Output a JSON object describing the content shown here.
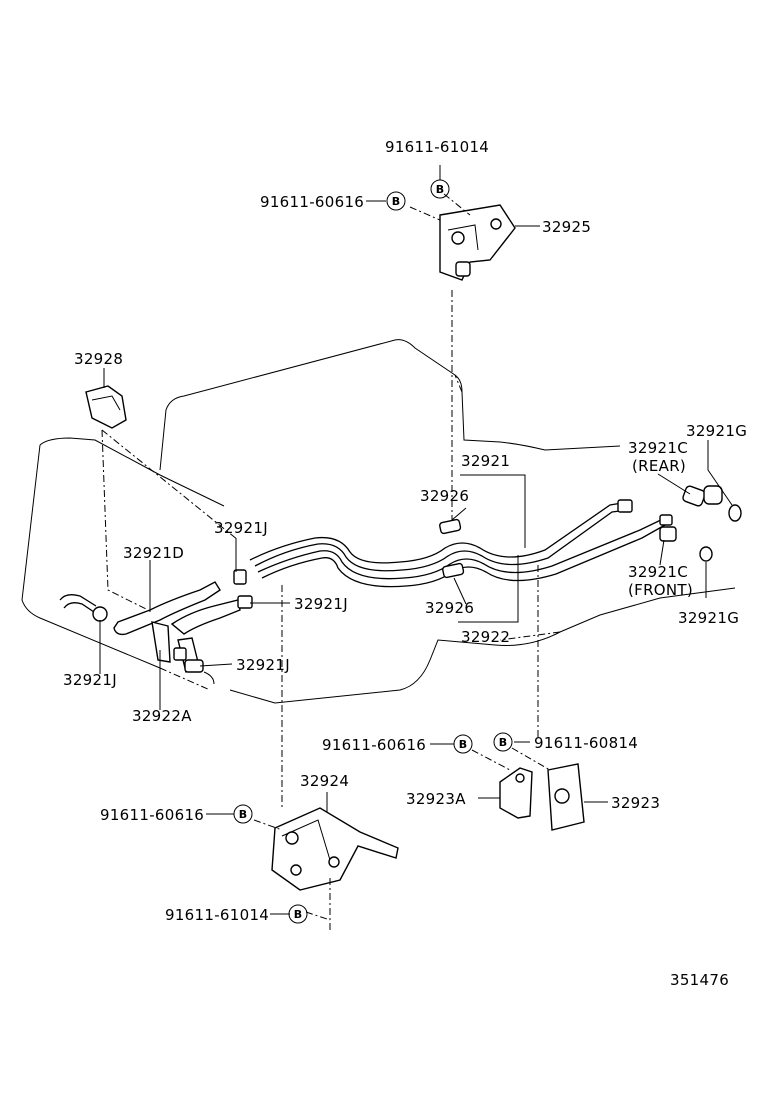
{
  "diagram": {
    "illustration_number": "351476",
    "labels": {
      "p91611_61014_top": "91611-61014",
      "p91611_60616_top": "91611-60616",
      "p32925": "32925",
      "p32928": "32928",
      "p32921G_top": "32921G",
      "p32921C_rear": "32921C",
      "rear": "(REAR)",
      "p32921": "32921",
      "p32926_top": "32926",
      "p32921J_a": "32921J",
      "p32921D": "32921D",
      "p32921J_b": "32921J",
      "p32921C_front": "32921C",
      "front": "(FRONT)",
      "p32921G_bottom": "32921G",
      "p32926_bottom": "32926",
      "p32922": "32922",
      "p32921J_c": "32921J",
      "p32921J_d": "32921J",
      "p32922A": "32922A",
      "p91611_60616_mid": "91611-60616",
      "p91611_60814": "91611-60814",
      "p32924": "32924",
      "p32923A": "32923A",
      "p32923": "32923",
      "p91611_60616_low": "91611-60616",
      "p91611_61014_low": "91611-61014"
    },
    "bolt_marker": "B"
  }
}
